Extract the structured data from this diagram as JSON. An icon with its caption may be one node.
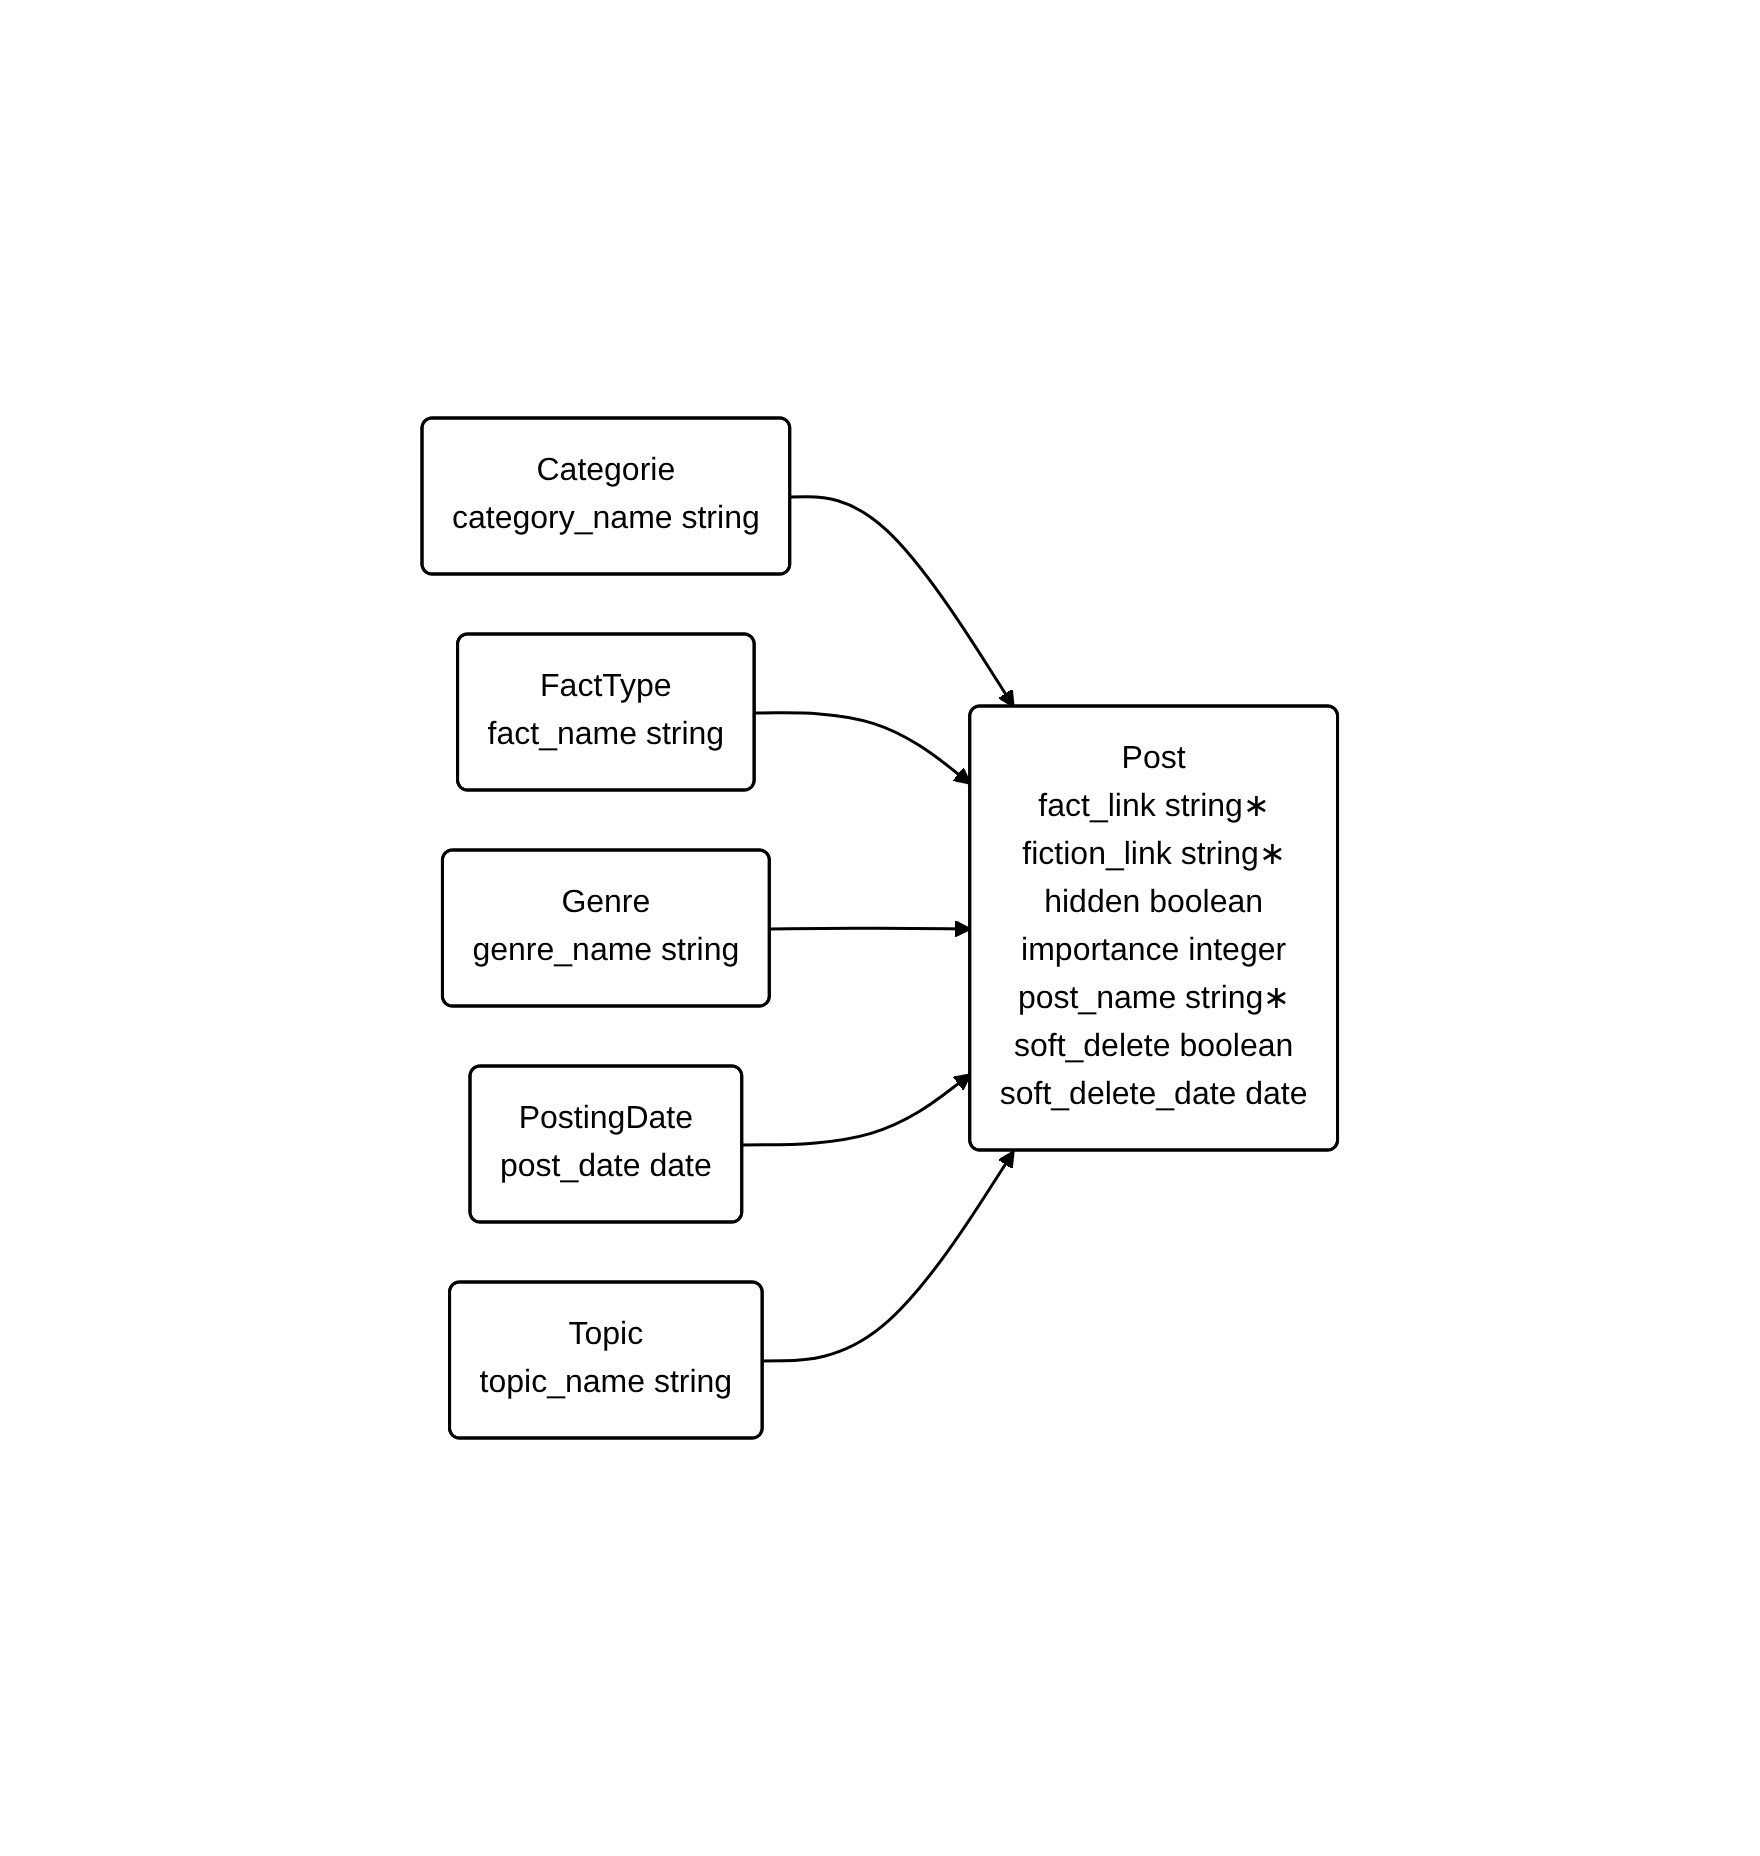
{
  "diagram": {
    "nodes": [
      {
        "text": [
          "Categorie",
          "category_name string"
        ]
      },
      {
        "text": [
          "FactType",
          "fact_name string"
        ]
      },
      {
        "text": [
          "Genre",
          "genre_name string"
        ]
      },
      {
        "text": [
          "PostingDate",
          "post_date date"
        ]
      },
      {
        "text": [
          "Topic",
          "topic_name string"
        ]
      },
      {
        "text": [
          "Post",
          "fact_link string∗",
          "fiction_link string∗",
          "hidden boolean",
          "importance integer",
          "post_name string∗",
          "soft_delete boolean",
          "soft_delete_date date"
        ]
      }
    ],
    "edges": [
      {
        "from": 0,
        "to": 5,
        "arrow": "to"
      },
      {
        "from": 1,
        "to": 5,
        "arrow": "to"
      },
      {
        "from": 2,
        "to": 5,
        "arrow": "to"
      },
      {
        "from": 3,
        "to": 5,
        "arrow": "to"
      },
      {
        "from": 4,
        "to": 5,
        "arrow": "to"
      }
    ]
  }
}
